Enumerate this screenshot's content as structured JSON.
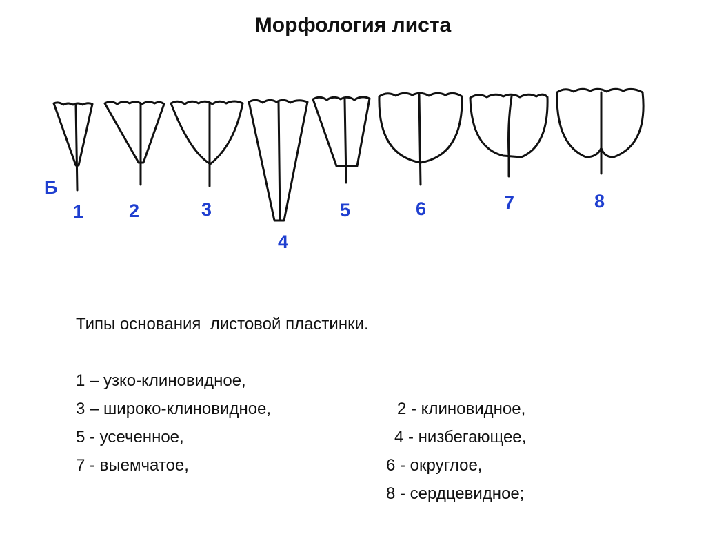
{
  "title": "Морфология листа",
  "side_label": "Б",
  "leaves": [
    {
      "id": "1",
      "label": "1"
    },
    {
      "id": "2",
      "label": "2"
    },
    {
      "id": "3",
      "label": "3"
    },
    {
      "id": "4",
      "label": "4"
    },
    {
      "id": "5",
      "label": "5"
    },
    {
      "id": "6",
      "label": "6"
    },
    {
      "id": "7",
      "label": "7"
    },
    {
      "id": "8",
      "label": "8"
    }
  ],
  "caption": {
    "heading": "Типы основания  листовой пластинки.",
    "rows": [
      {
        "left": "1 – узко-клиновидное,",
        "right": "2 - клиновидное,"
      },
      {
        "left": "3 – широко-клиновидное,",
        "right": "4 - низбегающее,"
      },
      {
        "left": "5 - усеченное,",
        "right": "6 - округлое,"
      },
      {
        "left": "7 - выемчатое,",
        "right": "8 - сердцевидное;"
      }
    ]
  },
  "colors": {
    "label_blue": "#1f3fd0",
    "line": "#111111"
  }
}
